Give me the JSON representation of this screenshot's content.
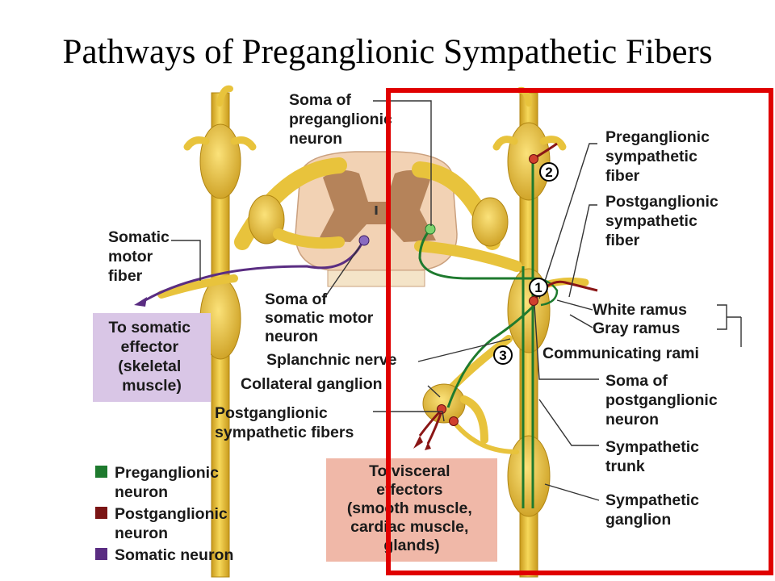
{
  "title": "Pathways of Preganglionic Sympathetic Fibers",
  "labels": {
    "soma_pre": [
      "Soma of",
      "preganglionic",
      "neuron"
    ],
    "somatic_motor_fiber": [
      "Somatic",
      "motor",
      "fiber"
    ],
    "soma_somatic": [
      "Soma of",
      "somatic motor",
      "neuron"
    ],
    "splanchnic": "Splanchnic nerve",
    "collateral": "Collateral ganglion",
    "postganglionic_fibers": [
      "Postganglionic",
      "sympathetic fibers"
    ],
    "pre_fiber": [
      "Preganglionic",
      "sympathetic",
      "fiber"
    ],
    "post_fiber": [
      "Postganglionic",
      "sympathetic",
      "fiber"
    ],
    "white_ramus": "White ramus",
    "gray_ramus": "Gray ramus",
    "communicating": "Communicating rami",
    "soma_post": [
      "Soma of",
      "postganglionic",
      "neuron"
    ],
    "trunk": [
      "Sympathetic",
      "trunk"
    ],
    "ganglion": [
      "Sympathetic",
      "ganglion"
    ]
  },
  "somatic_box": [
    "To somatic",
    "effector",
    "(skeletal",
    "muscle)"
  ],
  "visceral_box": [
    "To visceral",
    "effectors",
    "(smooth muscle,",
    "cardiac muscle,",
    "glands)"
  ],
  "markers": [
    "1",
    "2",
    "3"
  ],
  "legend": [
    {
      "label": [
        "Preganglionic",
        "neuron"
      ],
      "color": "#1e7a2e"
    },
    {
      "label": [
        "Postganglionic",
        "neuron"
      ],
      "color": "#7a1414"
    },
    {
      "label": [
        "Somatic neuron"
      ],
      "color": "#5a2d82"
    }
  ],
  "colors": {
    "preganglionic": "#1e7a2e",
    "postganglionic": "#7a1414",
    "somatic": "#5a2d82",
    "nerve": "#e8c33c",
    "highlight_frame": "#e00000"
  }
}
